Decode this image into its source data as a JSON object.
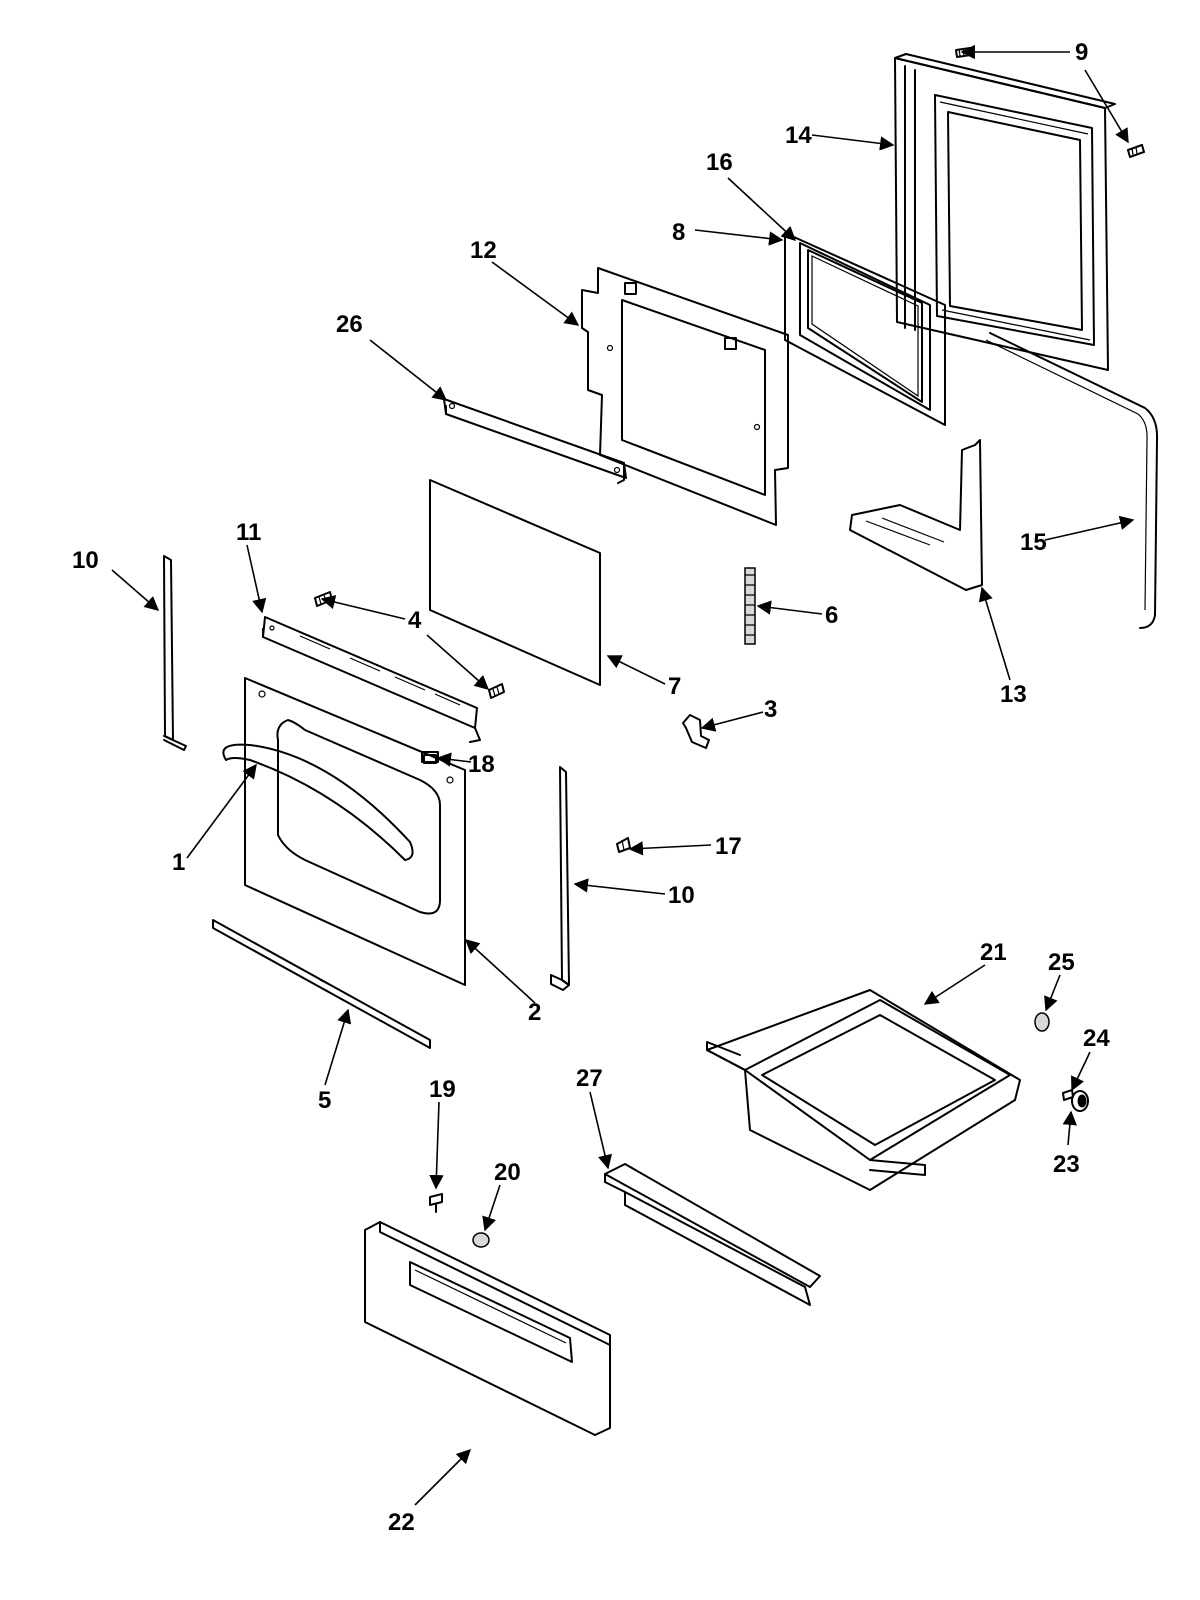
{
  "diagram": {
    "callouts": [
      "1",
      "2",
      "3",
      "4",
      "5",
      "6",
      "7",
      "8",
      "9",
      "10",
      "10",
      "11",
      "12",
      "13",
      "14",
      "15",
      "16",
      "17",
      "18",
      "19",
      "20",
      "21",
      "22",
      "23",
      "24",
      "25",
      "26",
      "27"
    ]
  }
}
